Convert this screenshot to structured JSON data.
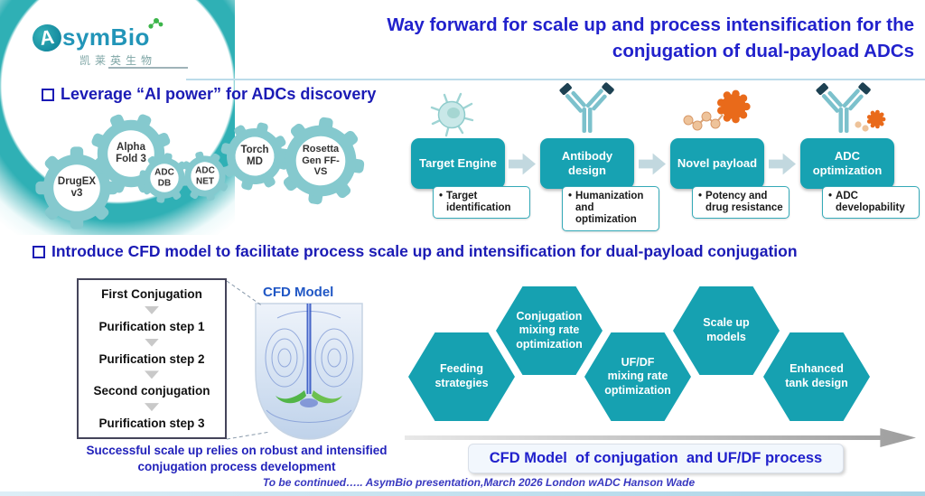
{
  "logo": {
    "brand_a": "A",
    "brand_rest": "symBio",
    "chinese": "凯莱英生物"
  },
  "title": "Way forward for scale up and process intensification for the\nconjugation of dual-payload ADCs",
  "glyphs": {
    "bullet": "•"
  },
  "accents": {
    "teal": "#17a2b2",
    "gear_teal": "#85c9ce",
    "orange": "#e96a1a",
    "heading_blue": "#1b1bb5",
    "title_blue": "#2121cc"
  },
  "section_ai": {
    "heading": "Leverage “AI power” for ADCs discovery",
    "gears": [
      {
        "label": "DrugEX\nv3"
      },
      {
        "label": "Alpha\nFold 3"
      },
      {
        "label": "ADC\nDB"
      },
      {
        "label": "ADC\nNET"
      },
      {
        "label": "Torch\nMD"
      },
      {
        "label": "Rosetta\nGen FF-\nVS"
      }
    ],
    "pipeline": [
      {
        "title": "Target Engine",
        "bullet": "Target identification",
        "icon": "cell-icon"
      },
      {
        "title": "Antibody\ndesign",
        "bullet": "Humanization and optimization",
        "icon": "antibody-icon"
      },
      {
        "title": "Novel payload",
        "bullet": "Potency and drug resistance",
        "icon": "payload-molecule-icon"
      },
      {
        "title": "ADC\noptimization",
        "bullet": "ADC developability",
        "icon": "adc-conjugate-icon"
      }
    ]
  },
  "section_cfd": {
    "heading": "Introduce CFD model to facilitate process scale up and intensification for dual-payload conjugation",
    "flow_steps": [
      "First Conjugation",
      "Purification step 1",
      "Purification step 2",
      "Second conjugation",
      "Purification step 3"
    ],
    "cfd_label": "CFD Model",
    "caption": "Successful scale up relies on robust and intensified\nconjugation process development",
    "hexagons": [
      {
        "label": "Feeding\nstrategies"
      },
      {
        "label": "Conjugation\nmixing rate\noptimization"
      },
      {
        "label": "UF/DF\nmixing rate\noptimization"
      },
      {
        "label": "Scale up\nmodels"
      },
      {
        "label": "Enhanced\ntank design"
      }
    ],
    "arrow_label": "CFD Model  of conjugation  and UF/DF process"
  },
  "footer": "To be continued….. AsymBio presentation,March 2026 London wADC Hanson Wade"
}
